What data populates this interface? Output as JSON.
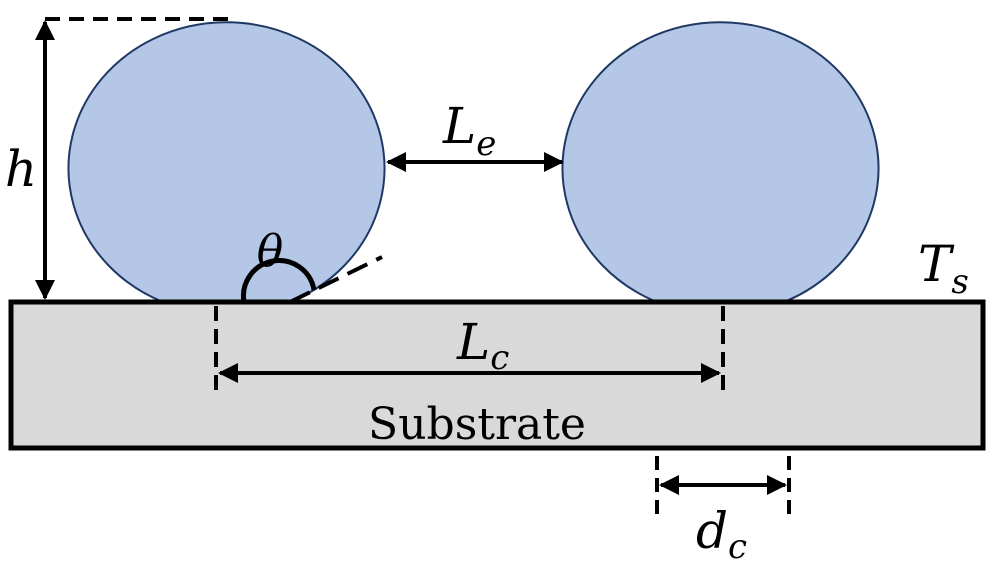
{
  "labels": {
    "height": "h",
    "edge_gap_main": "L",
    "edge_gap_sub": "e",
    "center_gap_main": "L",
    "center_gap_sub": "c",
    "angle": "θ",
    "temperature_main": "T",
    "temperature_sub": "s",
    "contact_main": "d",
    "contact_sub": "c",
    "substrate": "Substrate"
  },
  "colors": {
    "droplet_fill": "#b4c7e7",
    "droplet_stroke": "#1f3864",
    "substrate_fill": "#d9d9d9",
    "line": "#000000"
  }
}
